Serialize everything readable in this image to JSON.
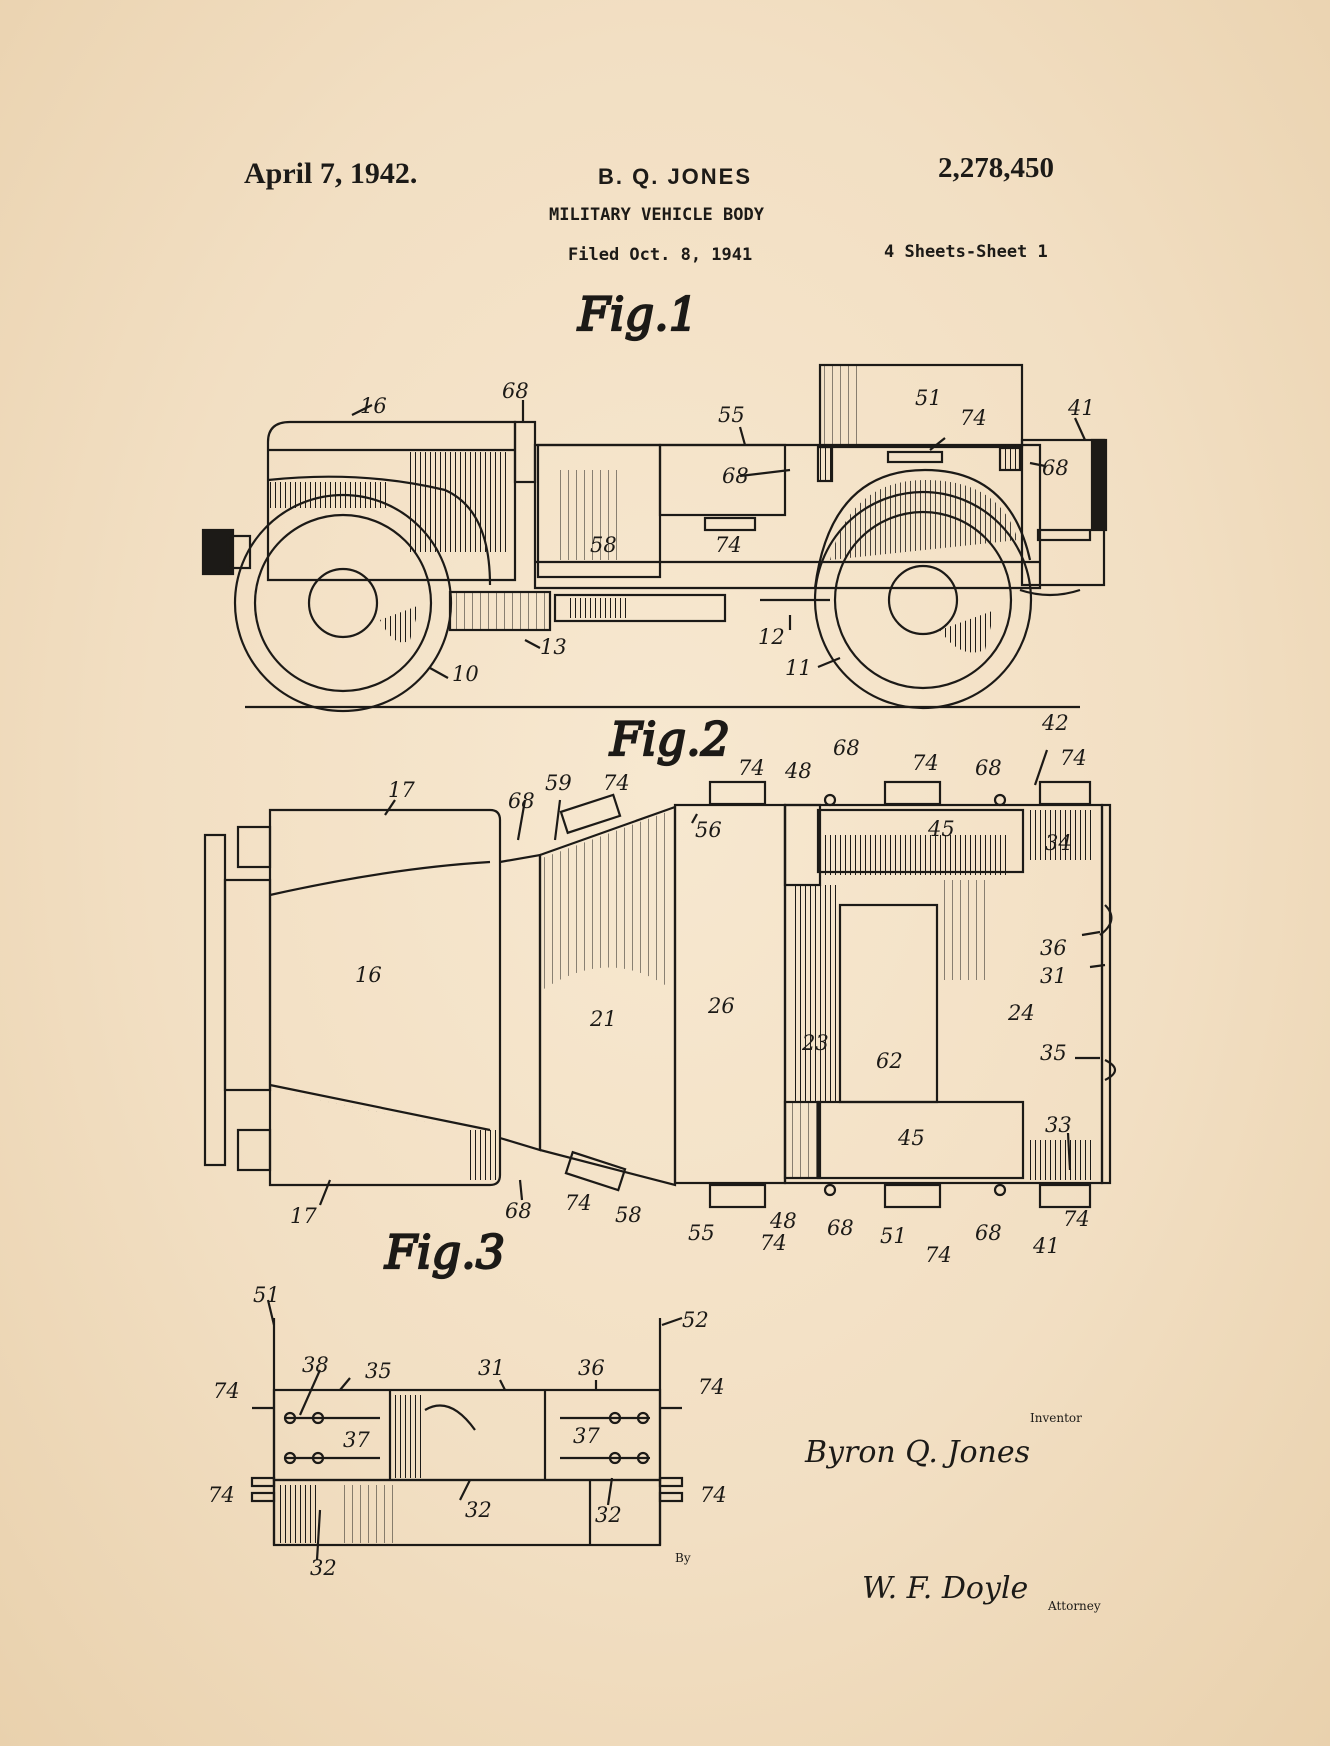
{
  "header": {
    "date": "April 7, 1942.",
    "inventor": "B. Q. JONES",
    "patent_number": "2,278,450",
    "title": "MILITARY VEHICLE BODY",
    "filed": "Filed Oct. 8, 1941",
    "sheets": "4 Sheets-Sheet 1"
  },
  "figures": {
    "fig1": "Fig.1",
    "fig2": "Fig.2",
    "fig3": "Fig.3"
  },
  "fig1_labels": {
    "l16": "16",
    "l68a": "68",
    "l55": "55",
    "l51": "51",
    "l74": "74",
    "l41": "41",
    "l68b": "68",
    "l68c": "68",
    "l58": "58",
    "l74b": "74",
    "l13": "13",
    "l10": "10",
    "l12": "12",
    "l11": "11"
  },
  "fig2_labels": {
    "l17a": "17",
    "l68a": "68",
    "l59": "59",
    "l74a": "74",
    "l74b": "74",
    "l48a": "48",
    "l68b": "68",
    "l74c": "74",
    "l68c": "68",
    "l42": "42",
    "l74d": "74",
    "l56": "56",
    "l45a": "45",
    "l34": "34",
    "l36": "36",
    "l31": "31",
    "l16": "16",
    "l21": "21",
    "l26": "26",
    "l24": "24",
    "l23": "23",
    "l62": "62",
    "l35": "35",
    "l45b": "45",
    "l33": "33",
    "l17b": "17",
    "l68d": "68",
    "l74e": "74",
    "l58": "58",
    "l55": "55",
    "l74f": "74",
    "l48b": "48",
    "l68e": "68",
    "l51": "51",
    "l74g": "74",
    "l68f": "68",
    "l41": "41",
    "l74h": "74"
  },
  "fig3_labels": {
    "l51": "51",
    "l52": "52",
    "l74a": "74",
    "l38": "38",
    "l35": "35",
    "l31": "31",
    "l36": "36",
    "l74b": "74",
    "l37a": "37",
    "l37b": "37",
    "l74c": "74",
    "l74d": "74",
    "l32a": "32",
    "l32b": "32",
    "l32c": "32"
  },
  "signatures": {
    "inventor_caption": "Inventor",
    "inventor_name": "Byron Q. Jones",
    "by": "By",
    "attorney_sig": "W. F. Doyle",
    "attorney_caption": "Attorney"
  }
}
